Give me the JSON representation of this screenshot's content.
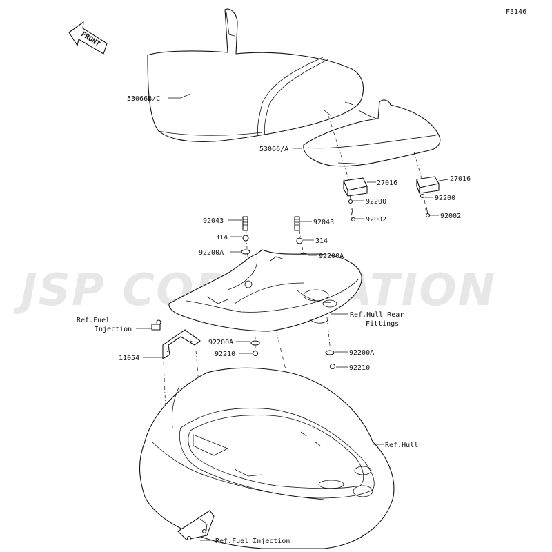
{
  "figure_code": "F3146",
  "front_arrow": {
    "label": "FRONT"
  },
  "watermark": "JSP CORPORATION",
  "callouts": {
    "seat_front": "53066B/C",
    "seat_rear": "53066/A",
    "bumper_left": "27016",
    "bumper_right": "27016",
    "washer_left": "92200",
    "washer_right": "92200",
    "bolt_left": "92002",
    "bolt_right": "92002",
    "stud_left": "92043",
    "stud_right": "92043",
    "spacer_left": "314",
    "spacer_right": "314",
    "washer_a_left_top": "92200A",
    "washer_a_right_top": "92200A",
    "ref_hull_rear_line1": "Ref.Hull Rear",
    "ref_hull_rear_line2": "Fittings",
    "ref_fuel_line1": "Ref.Fuel",
    "ref_fuel_line2": "Injection",
    "bracket": "11054",
    "washer_a_left_bottom": "92200A",
    "nut_left": "92210",
    "washer_a_right_bottom": "92200A",
    "nut_right": "92210",
    "ref_hull": "Ref.Hull",
    "ref_fuel_bottom": "Ref.Fuel Injection"
  }
}
